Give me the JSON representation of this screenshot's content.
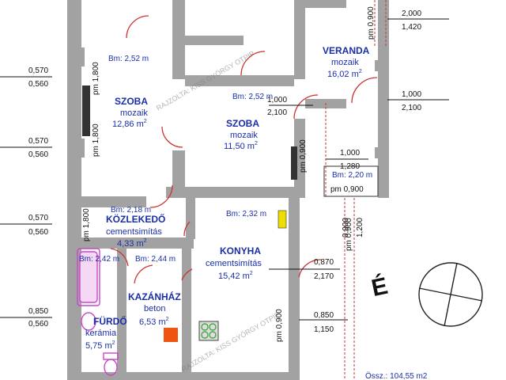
{
  "rooms": [
    {
      "name": "SZOBA",
      "floor": "mozaik",
      "area": "12,86 m",
      "sup": "2"
    },
    {
      "name": "SZOBA",
      "floor": "mozaik",
      "area": "11,50 m",
      "sup": "2"
    },
    {
      "name": "VERANDA",
      "floor": "mozaik",
      "area": "16,02 m",
      "sup": "2"
    },
    {
      "name": "KÖZLEKEDŐ",
      "floor": "cementsimítás",
      "area": "4,33 m",
      "sup": "2"
    },
    {
      "name": "KONYHA",
      "floor": "cementsimítás",
      "area": "15,42 m",
      "sup": "2"
    },
    {
      "name": "KAZÁNHÁZ",
      "floor": "beton",
      "area": "6,53 m",
      "sup": "2"
    },
    {
      "name": "FÜRDŐ",
      "floor": "kerámia",
      "area": "5,75 m",
      "sup": "2"
    }
  ],
  "bm_labels": [
    "Bm: 2,52 m",
    "Bm: 2,52 m",
    "Bm: 2,18 m",
    "Bm: 2,32 m",
    "Bm: 2,42 m",
    "Bm: 2,44 m",
    "Bm: 2,20 m"
  ],
  "pm_labels": [
    "pm 1,800",
    "pm 1,800",
    "pm 1,800",
    "pm 0,900",
    "pm 0,900",
    "pm 0,900",
    "pm 0,900",
    "pm 0,900"
  ],
  "dimensions": {
    "left": [
      {
        "top": "0,570",
        "bottom": "0,560"
      },
      {
        "top": "0,570",
        "bottom": "0,560"
      },
      {
        "top": "0,570",
        "bottom": "0,560"
      },
      {
        "top": "0,850",
        "bottom": "0,560"
      }
    ],
    "right": [
      {
        "top": "2,000",
        "bottom": "1,420"
      },
      {
        "top": "1,000",
        "bottom": "2,100"
      },
      {
        "top": "1,000",
        "bottom": "2,100"
      },
      {
        "top": "1,000",
        "bottom": "1,280"
      },
      {
        "top": "0,870",
        "bottom": "2,170"
      },
      {
        "top": "0,850",
        "bottom": "1,150"
      }
    ],
    "vertical": [
      "0,900",
      "1,200"
    ]
  },
  "watermark": "RAJZOLTA: KISS GYÖRGY OTPIP",
  "north_label": "É",
  "total": "Össz.: 104,55 m2",
  "colors": {
    "wall": "#a2a2a2",
    "text": "#1a2ea8",
    "door": "#cc3333",
    "bath": "#cc44cc",
    "accent_red": "#ee5511",
    "yellow": "#eedd00",
    "green": "#44aa44"
  }
}
